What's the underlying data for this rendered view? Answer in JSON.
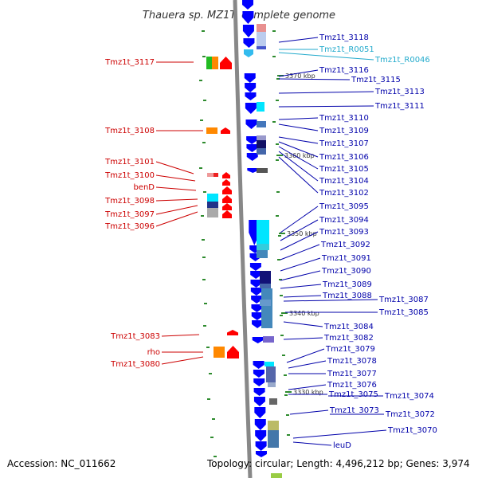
{
  "title": "Thauera sp. MZ1T, complete genome",
  "footer": {
    "accession": "Accession: NC_011662",
    "summary": "Topology: circular; Length: 4,496,212 bp; Genes: 3,974"
  },
  "colors": {
    "forward_label": "#cc0000",
    "reverse_label": "#0000aa",
    "rna_label": "#22aacc",
    "forward_gene": "#ff0000",
    "reverse_gene": "#0000ff",
    "backbone": "#888888",
    "tick": "#2e8b2e"
  },
  "kbp_marks": [
    "3370 kbp",
    "3360 kbp",
    "3350 kbp",
    "3340 kbp",
    "3330 kbp"
  ],
  "left_labels": [
    "Tmz1t_3117",
    "Tmz1t_3108",
    "Tmz1t_3101",
    "Tmz1t_3100",
    "benD",
    "Tmz1t_3098",
    "Tmz1t_3097",
    "Tmz1t_3096",
    "Tmz1t_3083",
    "rho",
    "Tmz1t_3080"
  ],
  "right_labels": [
    "Tmz1t_3118",
    "Tmz1t_R0051",
    "Tmz1t_R0046",
    "Tmz1t_3116",
    "Tmz1t_3115",
    "Tmz1t_3113",
    "Tmz1t_3111",
    "Tmz1t_3110",
    "Tmz1t_3109",
    "Tmz1t_3107",
    "Tmz1t_3106",
    "Tmz1t_3105",
    "Tmz1t_3104",
    "Tmz1t_3102",
    "Tmz1t_3095",
    "Tmz1t_3094",
    "Tmz1t_3093",
    "Tmz1t_3092",
    "Tmz1t_3091",
    "Tmz1t_3090",
    "Tmz1t_3089",
    "Tmz1t_3088",
    "Tmz1t_3087",
    "Tmz1t_3085",
    "Tmz1t_3084",
    "Tmz1t_3082",
    "Tmz1t_3079",
    "Tmz1t_3078",
    "Tmz1t_3077",
    "Tmz1t_3076",
    "Tmz1t_3075",
    "Tmz1t_3074",
    "Tmz1t_3073",
    "Tmz1t_3072",
    "Tmz1t_3070",
    "leuD"
  ]
}
